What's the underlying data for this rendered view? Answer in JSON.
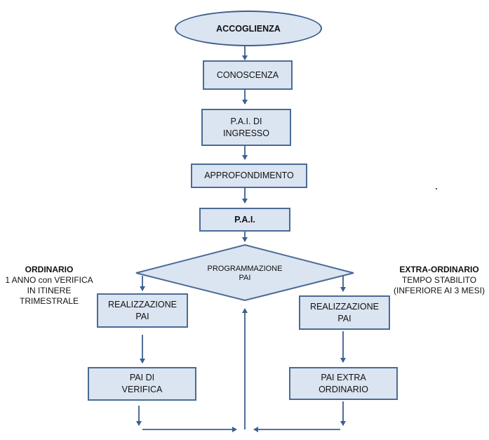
{
  "nodes": {
    "accoglienza": "ACCOGLIENZA",
    "conoscenza": "CONOSCENZA",
    "pai_ingresso_1": "P.A.I. DI",
    "pai_ingresso_2": "INGRESSO",
    "approfondimento": "APPROFONDIMENTO",
    "pai": "P.A.I.",
    "programmazione_1": "PROGRAMMAZIONE",
    "programmazione_2": "PAI",
    "realizzazione_left_1": "REALIZZAZIONE",
    "realizzazione_left_2": "PAI",
    "realizzazione_right_1": "REALIZZAZIONE",
    "realizzazione_right_2": "PAI",
    "pai_verifica_1": "PAI DI",
    "pai_verifica_2": "VERIFICA",
    "pai_extra_1": "PAI EXTRA",
    "pai_extra_2": "ORDINARIO"
  },
  "left_note": {
    "title": "ORDINARIO",
    "line1": "1 ANNO con VERIFICA",
    "line2": "IN ITINERE",
    "line3": "TRIMESTRALE"
  },
  "right_note": {
    "title": "EXTRA-ORDINARIO",
    "line1": "TEMPO STABILITO",
    "line2": "(INFERIORE AI 3 MESI)"
  },
  "colors": {
    "fill": "#dbe4f1",
    "stroke": "#4a6b96",
    "arrow": "#3d5f8e"
  }
}
